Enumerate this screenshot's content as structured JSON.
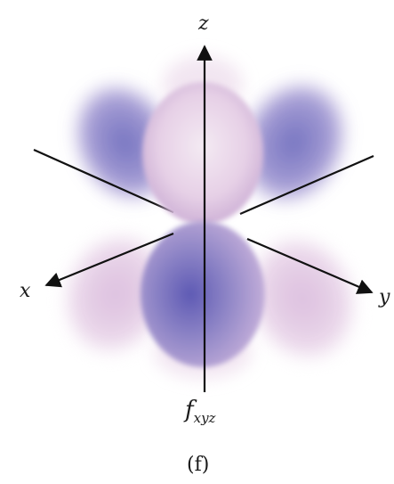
{
  "figure": {
    "axes": {
      "z_label": "z",
      "x_label": "x",
      "y_label": "y"
    },
    "orbital_base": "f",
    "orbital_subscript": "xyz",
    "caption": "(f)",
    "colors": {
      "lobe_light": "#ead8ec",
      "lobe_mid": "#c9b0d6",
      "lobe_dark": "#6a66b8",
      "axis": "#111111"
    }
  }
}
